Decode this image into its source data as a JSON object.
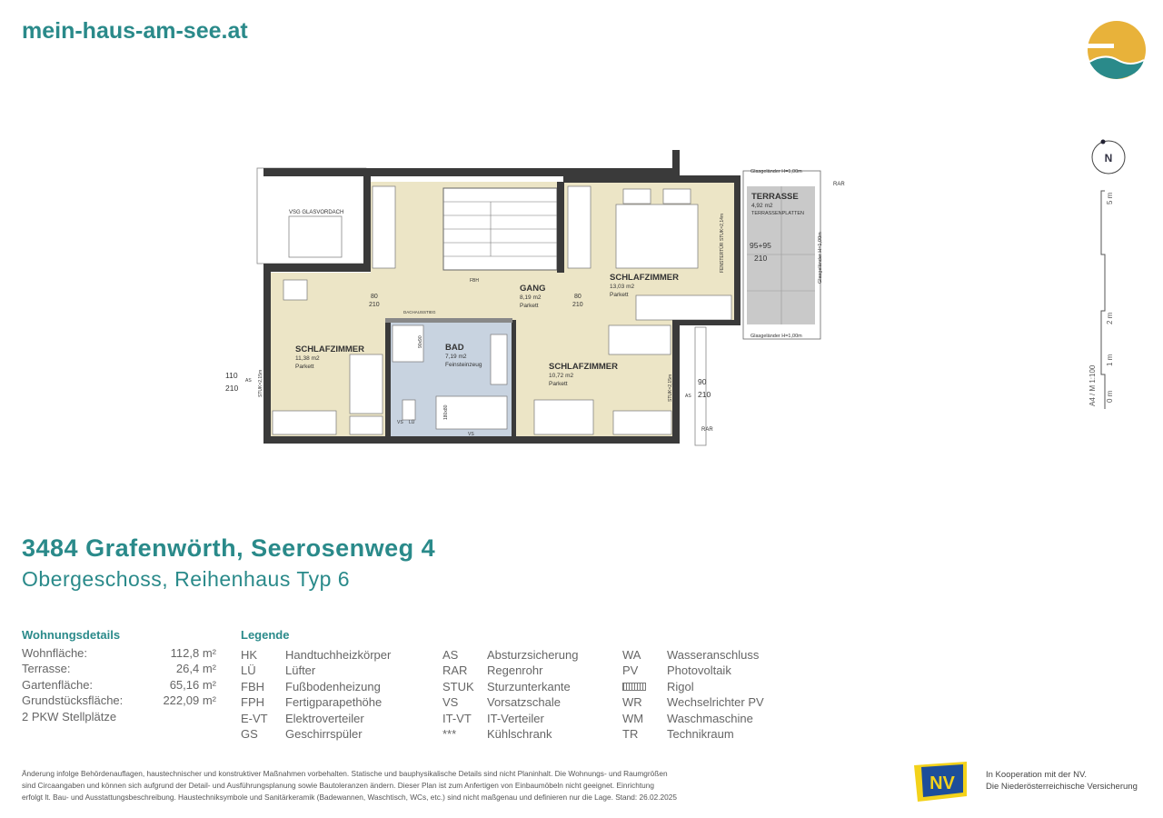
{
  "brand": "mein-haus-am-see.at",
  "compass": "N",
  "scale": {
    "label": "A4 / M 1:100",
    "ticks": [
      "0 m",
      "1 m",
      "2 m",
      "5 m"
    ]
  },
  "plan": {
    "vordach": "VSG GLASVORDACH",
    "rar": "RAR",
    "glass_top": "Glasgeländer H=1,00m",
    "glass_bottom": "Glasgeländer H=1,00m",
    "glass_side": "Glasgeländer H=1,00m",
    "rooms": [
      {
        "name": "SCHLAFZIMMER",
        "area": "11,38 m2",
        "floor": "Parkett"
      },
      {
        "name": "GANG",
        "area": "8,19 m2",
        "floor": "Parkett"
      },
      {
        "name": "SCHLAFZIMMER",
        "area": "13,03 m2",
        "floor": "Parkett"
      },
      {
        "name": "BAD",
        "area": "7,19 m2",
        "floor": "Feinsteinzeug"
      },
      {
        "name": "SCHLAFZIMMER",
        "area": "10,72 m2",
        "floor": "Parkett"
      },
      {
        "name": "TERRASSE",
        "area": "4,92 m2",
        "floor": "TERRASSENPLATTEN"
      }
    ],
    "doors": {
      "d80": "80",
      "d210": "210",
      "w110": "110",
      "w90": "90",
      "t95": "95+95"
    },
    "fbh": "FBH",
    "dach": "DACHAUSSTIEG",
    "shower": "90x90",
    "tub": "180x80",
    "vs": "VS",
    "lue": "LÜ",
    "as": "AS",
    "stuk": "STUK=2,15m",
    "fenster": "FENSTERTÜR STUK=2,14m"
  },
  "address": "3484 Grafenwörth, Seerosenweg 4",
  "subtitle": "Obergeschoss, Reihenhaus Typ 6",
  "details": {
    "title": "Wohnungsdetails",
    "rows": [
      {
        "label": "Wohnfläche:",
        "value": "112,8 m²"
      },
      {
        "label": "Terrasse:",
        "value": "26,4 m²"
      },
      {
        "label": "Gartenfläche:",
        "value": "65,16 m²"
      },
      {
        "label": "Grundstücksfläche:",
        "value": "222,09 m²"
      },
      {
        "label": "2 PKW Stellplätze",
        "value": ""
      }
    ]
  },
  "legend": {
    "title": "Legende",
    "cols": [
      [
        [
          "HK",
          "Handtuchheizkörper"
        ],
        [
          "LÜ",
          "Lüfter"
        ],
        [
          "FBH",
          "Fußbodenheizung"
        ],
        [
          "FPH",
          "Fertigparapethöhe"
        ],
        [
          "E-VT",
          "Elektroverteiler"
        ],
        [
          "GS",
          "Geschirrspüler"
        ]
      ],
      [
        [
          "AS",
          "Absturzsicherung"
        ],
        [
          "RAR",
          "Regenrohr"
        ],
        [
          "STUK",
          "Sturzunterkante"
        ],
        [
          "VS",
          "Vorsatzschale"
        ],
        [
          "IT-VT",
          "IT-Verteiler"
        ],
        [
          "***",
          "Kühlschrank"
        ]
      ],
      [
        [
          "WA",
          "Wasseranschluss"
        ],
        [
          "PV",
          "Photovoltaik"
        ],
        [
          "",
          "Rigol"
        ],
        [
          "WR",
          "Wechselrichter PV"
        ],
        [
          "WM",
          "Waschmaschine"
        ],
        [
          "TR",
          "Technikraum"
        ]
      ]
    ]
  },
  "disclaimer": [
    "Änderung infolge Behördenauflagen, haustechnischer und konstruktiver Maßnahmen vorbehalten. Statische und bauphysikalische Details sind nicht Planinhalt. Die Wohnungs- und Raumgrößen",
    "sind Circaangaben und können sich aufgrund der Detail- und Ausführungsplanung sowie Bautoleranzen ändern. Dieser Plan ist zum Anfertigen von Einbaumöbeln nicht geeignet. Einrichtung",
    "erfolgt lt. Bau- und Ausstattungsbeschreibung. Haustechniksymbole und Sanitärkeramik (Badewannen, Waschtisch, WCs, etc.) sind nicht maßgenau und definieren nur die Lage. Stand: 26.02.2025"
  ],
  "nv_logo": "NV",
  "cooperation": [
    "In Kooperation mit der NV.",
    "Die Niederösterreichische Versicherung"
  ],
  "colors": {
    "teal": "#2a8a8a",
    "sun": "#e8b23a",
    "wall": "#3a3a3a",
    "room": "#ece5c6",
    "bath": "#c8d3e0",
    "terrace": "#c9c9c9"
  }
}
